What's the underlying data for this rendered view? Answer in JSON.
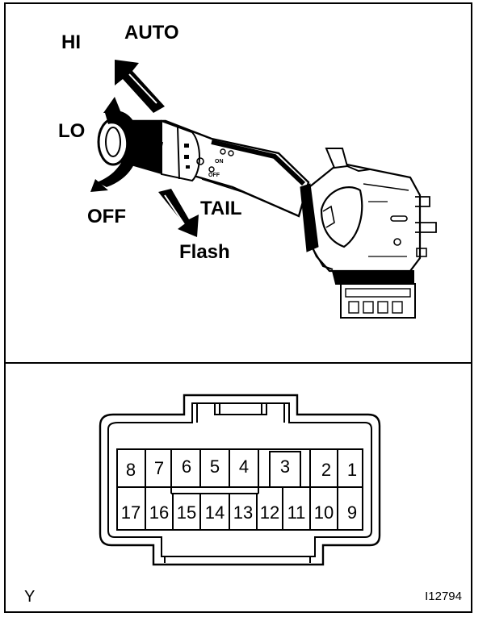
{
  "switch_labels": {
    "hi": "HI",
    "auto": "AUTO",
    "lo": "LO",
    "off": "OFF",
    "tail": "TAIL",
    "flash": "Flash",
    "knob_on": "ON",
    "knob_off": "OFF"
  },
  "connector": {
    "pins_top": [
      "8",
      "7",
      "6",
      "5",
      "4",
      "3",
      "2",
      "1"
    ],
    "pins_bottom": [
      "17",
      "16",
      "15",
      "14",
      "13",
      "12",
      "11",
      "10",
      "9"
    ]
  },
  "footer": {
    "left_code": "Y",
    "figure_id": "I12794"
  },
  "colors": {
    "line": "#000000",
    "background": "#ffffff"
  }
}
